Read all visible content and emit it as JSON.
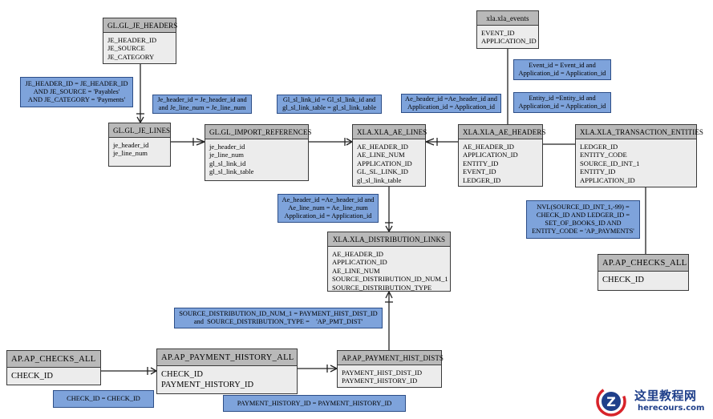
{
  "tables": {
    "gl_je_headers": {
      "title": "GL.GL_JE_HEADERS",
      "columns": [
        "JE_HEADER_ID",
        "JE_SOURCE",
        "JE_CATEGORY"
      ]
    },
    "gl_je_lines": {
      "title": "GL.GL_JE_LINES",
      "columns": [
        "je_header_id",
        "je_line_num"
      ]
    },
    "gl_import_references": {
      "title": "GL.GL_IMPORT_REFERENCES",
      "columns": [
        "je_header_id",
        "je_line_num",
        "gl_sl_link_id",
        "gl_sl_link_table"
      ]
    },
    "xla_ae_lines": {
      "title": "XLA.XLA_AE_LINES",
      "columns": [
        "AE_HEADER_ID",
        "AE_LINE_NUM",
        "APPLICATION_ID",
        "GL_SL_LINK_ID",
        "gl_sl_link_table"
      ]
    },
    "xla_events": {
      "title": "xla.xla_events",
      "columns": [
        "EVENT_ID",
        "APPLICATION_ID"
      ]
    },
    "xla_ae_headers": {
      "title": "XLA.XLA_AE_HEADERS",
      "columns": [
        "AE_HEADER_ID",
        "APPLICATION_ID",
        "ENTITY_ID",
        "EVENT_ID",
        "LEDGER_ID"
      ]
    },
    "xla_transaction_entities": {
      "title": "XLA.XLA_TRANSACTION_ENTITIES",
      "columns": [
        "LEDGER_ID",
        "ENTITY_CODE",
        "SOURCE_ID_INT_1",
        "ENTITY_ID",
        "APPLICATION_ID"
      ]
    },
    "xla_distribution_links": {
      "title": "XLA.XLA_DISTRIBUTION_LINKS",
      "columns": [
        "AE_HEADER_ID",
        "APPLICATION_ID",
        "AE_LINE_NUM",
        "SOURCE_DISTRIBUTION_ID_NUM_1",
        "SOURCE_DISTRIBUTION_TYPE"
      ]
    },
    "ap_checks_all_right": {
      "title": "AP.AP_CHECKS_ALL",
      "columns": [
        "CHECK_ID"
      ]
    },
    "ap_checks_all_left": {
      "title": "AP.AP_CHECKS_ALL",
      "columns": [
        "CHECK_ID"
      ]
    },
    "ap_payment_history_all": {
      "title": "AP.AP_PAYMENT_HISTORY_ALL",
      "columns": [
        "CHECK_ID",
        "PAYMENT_HISTORY_ID"
      ]
    },
    "ap_payment_hist_dists": {
      "title": "AP.AP_PAYMENT_HIST_DISTS",
      "columns": [
        "PAYMENT_HIST_DIST_ID",
        "PAYMENT_HISTORY_ID"
      ]
    }
  },
  "notes": {
    "je_headers_join": [
      "JE_HEADER_ID = JE_HEADER_ID",
      "AND JE_SOURCE = 'Payables'",
      "AND JE_CATEGORY = 'Payments'"
    ],
    "je_lines_join": [
      "Je_header_id = Je_header_id and",
      "and Je_line_num = Je_line_num"
    ],
    "gl_sl_link_join": [
      "Gl_sl_link_id = Gl_sl_link_id and",
      "gl_sl_link_table = gl_sl_link_table"
    ],
    "ae_header_join": [
      "Ae_header_id =Ae_header_id and",
      "Application_id = Application_id"
    ],
    "event_join": [
      "Event_id = Event_id and",
      "Application_id = Application_id"
    ],
    "entity_join": [
      "Entity_id =Entity_id and",
      "Application_id = Application_id"
    ],
    "ae_line_join": [
      "Ae_header_id =Ae_header_id and",
      "Ae_line_num = Ae_line_num",
      "Application_id = Application_id"
    ],
    "nvl_join": [
      "NVL(SOURCE_ID_INT_1,-99) =",
      "CHECK_ID AND LEDGER_ID =",
      "SET_OF_BOOKS_ID AND",
      "ENTITY_CODE = 'AP_PAYMENTS'"
    ],
    "source_dist_join": [
      "SOURCE_DISTRIBUTION_ID_NUM_1 = PAYMENT_HIST_DIST_ID",
      "and  SOURCE_DISTRIBUTION_TYPE =    'AP_PMT_DIST'"
    ],
    "check_id_join": [
      "CHECK_ID = CHECK_ID"
    ],
    "payment_history_join": [
      "PAYMENT_HISTORY_ID = PAYMENT_HISTORY_ID"
    ]
  },
  "logo": {
    "cn": "这里教程网",
    "en": "herecours.com",
    "mark": "Z"
  },
  "colors": {
    "note_fill": "#7ea3db",
    "header_fill": "#b9b9b9",
    "table_fill": "#ececec",
    "logo_blue": "#1f3f8a",
    "logo_red": "#d8232a"
  }
}
